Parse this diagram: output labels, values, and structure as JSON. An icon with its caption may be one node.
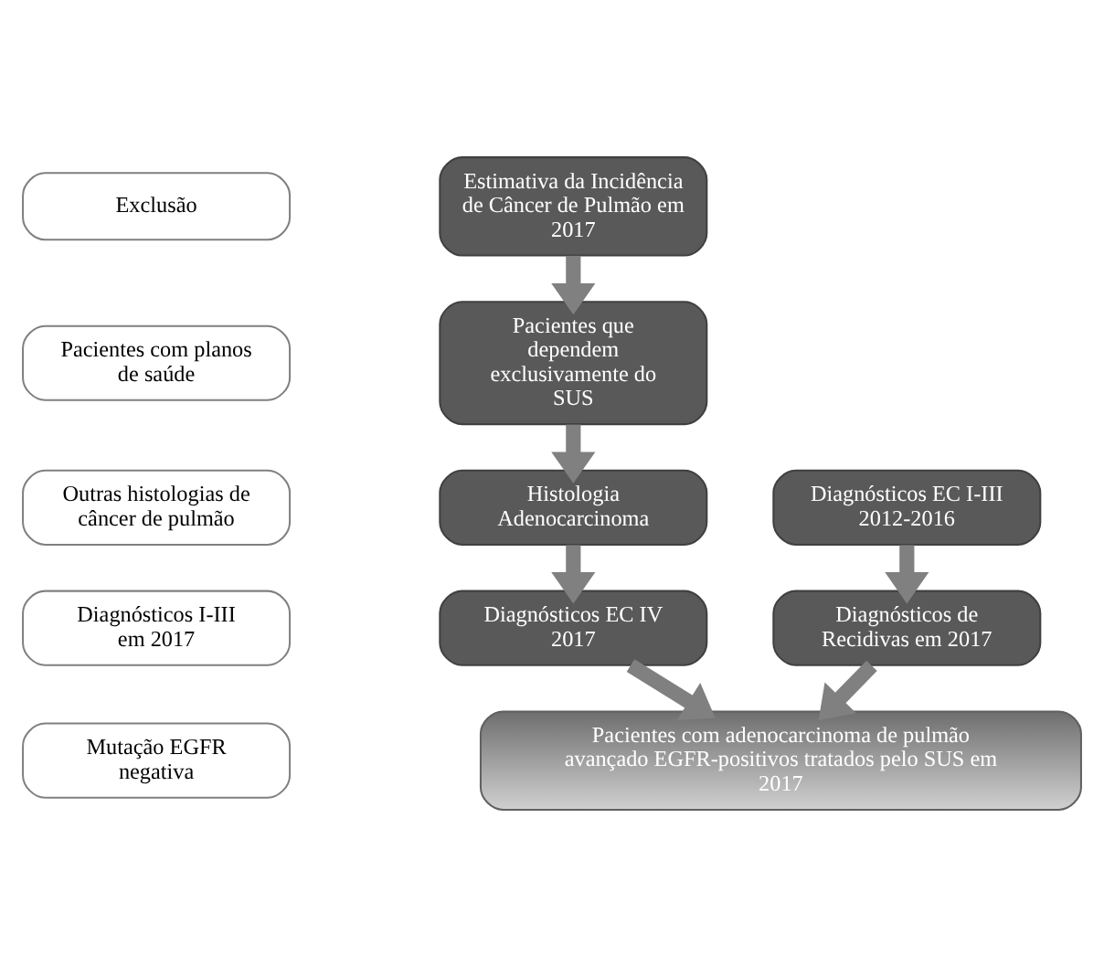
{
  "diagram": {
    "nodes": [
      {
        "text": [
          "Exclusão"
        ]
      },
      {
        "text": [
          "Pacientes com planos de saúde"
        ]
      },
      {
        "text": [
          "Outras histologias de câncer de pulmão"
        ]
      },
      {
        "text": [
          "Diagnósticos I-III em 2017"
        ]
      },
      {
        "text": [
          "Mutação EGFR negativa"
        ]
      },
      {
        "text": [
          "Estimativa da Incidência de Câncer de Pulmão em 2017"
        ]
      },
      {
        "text": [
          "Pacientes que dependem exclusivamente do SUS"
        ]
      },
      {
        "text": [
          "Histologia Adenocarcinoma"
        ]
      },
      {
        "text": [
          "Diagnósticos EC I-III 2012-2016"
        ]
      },
      {
        "text": [
          "Diagnósticos EC IV 2017"
        ]
      },
      {
        "text": [
          "Diagnósticos de Recidivas em 2017"
        ]
      },
      {
        "text": [
          "Pacientes com adenocarcinoma de pulmão avançado EGFR-positivos tratados pelo SUS em 2017"
        ]
      }
    ],
    "edges": [
      {
        "from": 5,
        "to": 6,
        "arrow": "to"
      },
      {
        "from": 6,
        "to": 7,
        "arrow": "to"
      },
      {
        "from": 7,
        "to": 9,
        "arrow": "to"
      },
      {
        "from": 8,
        "to": 10,
        "arrow": "to"
      },
      {
        "from": 9,
        "to": 11,
        "arrow": "to"
      },
      {
        "from": 10,
        "to": 11,
        "arrow": "to"
      }
    ]
  }
}
